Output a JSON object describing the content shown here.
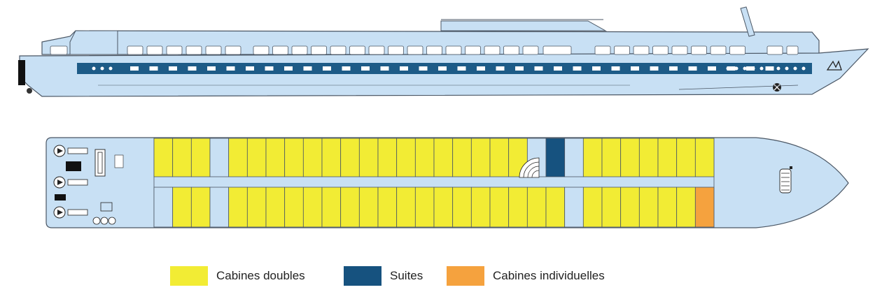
{
  "colors": {
    "hull": "#c8e0f4",
    "outline": "#4a5664",
    "band": "#1d5b87",
    "double": "#f2ec34",
    "suite": "#16527f",
    "single": "#f5a23e",
    "corridor": "#c8e0f4"
  },
  "deck_plan": {
    "top_row": [
      "double",
      "double",
      "double",
      "corridor",
      "double",
      "double",
      "double",
      "double",
      "double",
      "double",
      "double",
      "double",
      "double",
      "double",
      "double",
      "double",
      "double",
      "double",
      "double",
      "double",
      "stair",
      "suite",
      "corridor",
      "double",
      "double",
      "double",
      "double",
      "double",
      "double",
      "double"
    ],
    "bottom_row": [
      "corridor",
      "double",
      "double",
      "corridor",
      "double",
      "double",
      "double",
      "double",
      "double",
      "double",
      "double",
      "double",
      "double",
      "double",
      "double",
      "double",
      "double",
      "double",
      "double",
      "double",
      "double",
      "double",
      "corridor",
      "double",
      "double",
      "double",
      "double",
      "double",
      "double",
      "single"
    ]
  },
  "legend": [
    {
      "key": "double",
      "label": "Cabines doubles"
    },
    {
      "key": "suite",
      "label": "Suites"
    },
    {
      "key": "single",
      "label": "Cabines individuelles"
    }
  ]
}
